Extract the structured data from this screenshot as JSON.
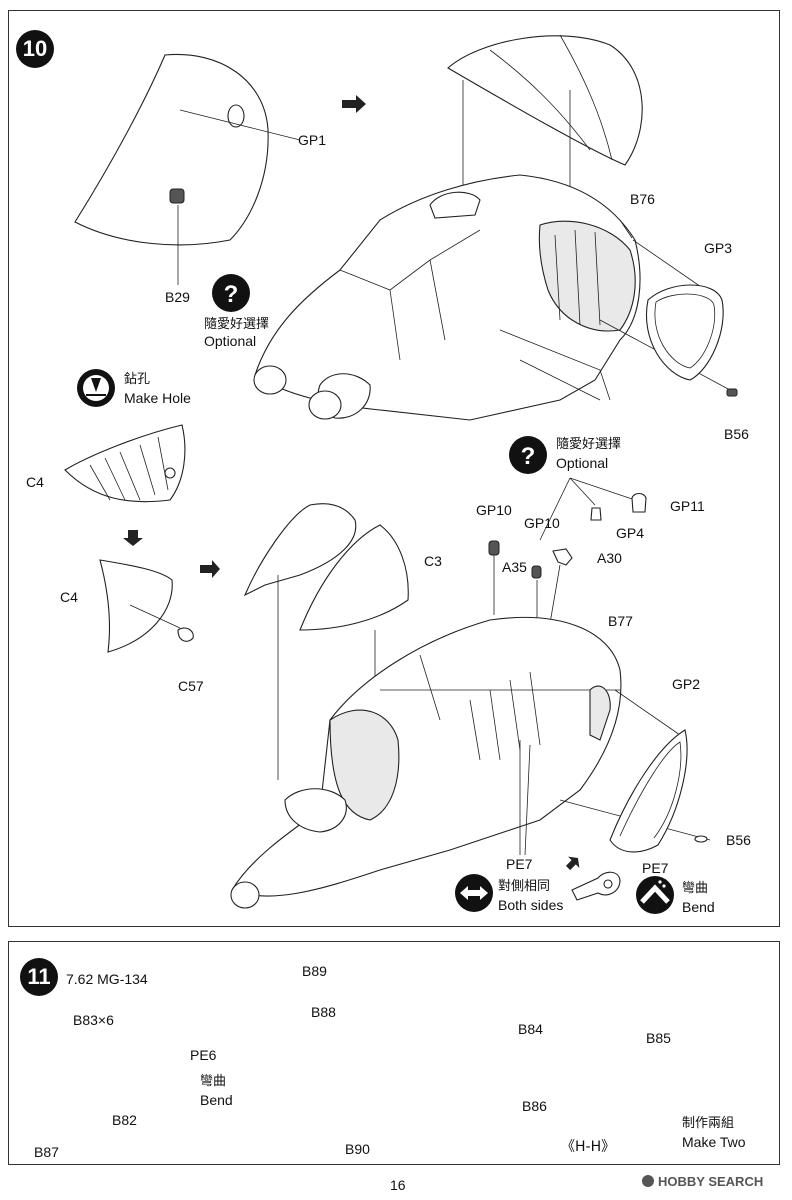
{
  "step10": {
    "number": "10",
    "labels": {
      "gp1": "GP1",
      "b29": "B29",
      "b76": "B76",
      "gp3": "GP3",
      "b56_top": "B56",
      "c4_top": "C4",
      "c4_bottom": "C4",
      "c57": "C57",
      "c3": "C3",
      "gp10_a": "GP10",
      "gp10_b": "GP10",
      "a35": "A35",
      "a30": "A30",
      "gp11": "GP11",
      "gp4": "GP4",
      "b77": "B77",
      "gp2": "GP2",
      "b56_bottom": "B56",
      "pe7_a": "PE7",
      "pe7_b": "PE7"
    },
    "optional_1": {
      "icon": "?",
      "zh": "隨愛好選擇",
      "en": "Optional"
    },
    "optional_2": {
      "icon": "?",
      "zh": "隨愛好選擇",
      "en": "Optional"
    },
    "make_hole": {
      "zh": "鉆孔",
      "en": "Make Hole"
    },
    "both_sides": {
      "zh": "對側相同",
      "en": "Both sides"
    },
    "bend": {
      "zh": "彎曲",
      "en": "Bend"
    }
  },
  "step11": {
    "number": "11",
    "title": "7.62 MG-134",
    "labels": {
      "b83": "B83×6",
      "pe6": "PE6",
      "b82": "B82",
      "b87": "B87",
      "b89": "B89",
      "b88": "B88",
      "b90": "B90",
      "b84": "B84",
      "b85": "B85",
      "b86": "B86",
      "hh": "《H-H》"
    },
    "bend": {
      "zh": "彎曲",
      "en": "Bend"
    },
    "make_two": {
      "count": "×2",
      "zh": "制作兩組",
      "en": "Make Two"
    }
  },
  "footer": {
    "page_number": "16",
    "watermark": "HOBBY SEARCH"
  }
}
